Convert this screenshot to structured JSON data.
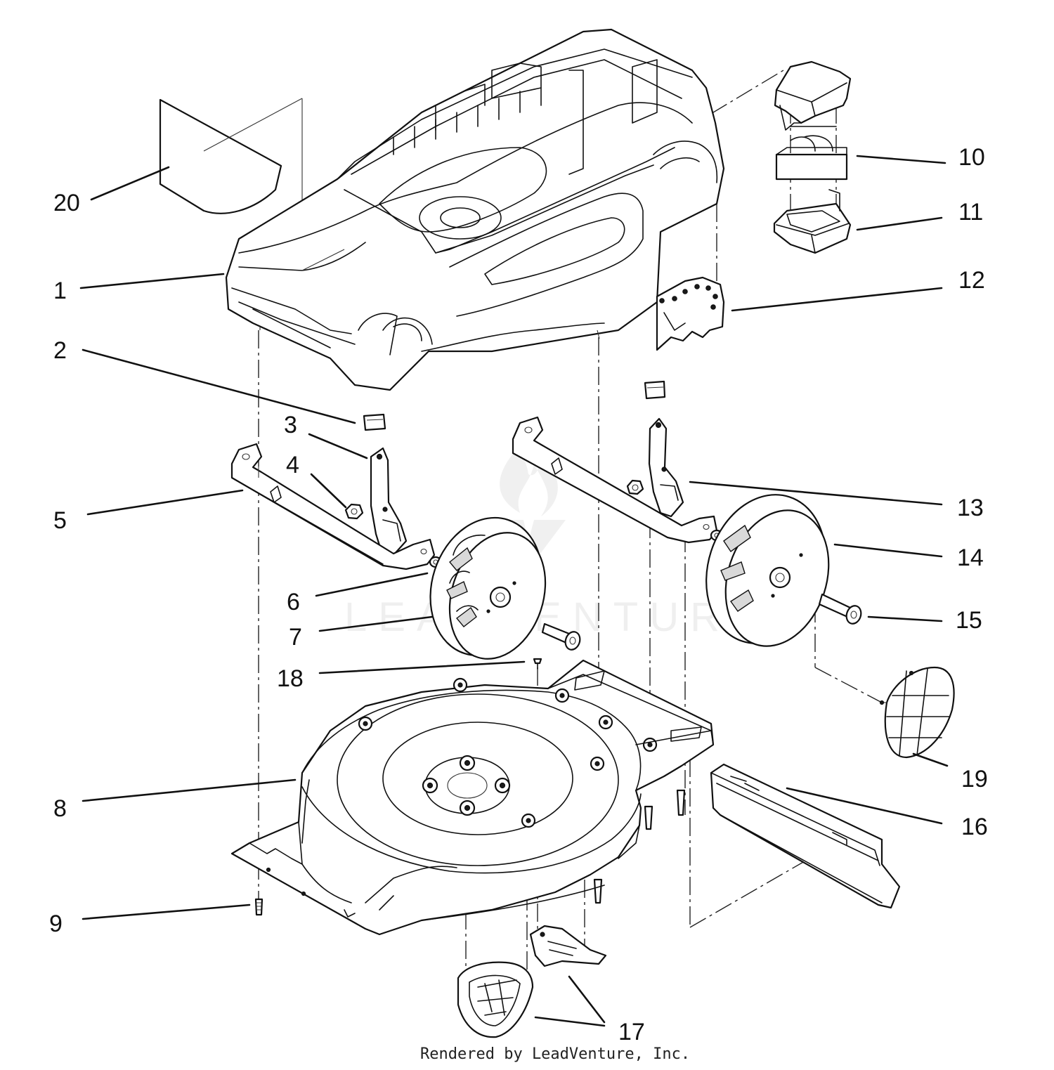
{
  "callouts": [
    {
      "id": "1",
      "label": "1"
    },
    {
      "id": "2",
      "label": "2"
    },
    {
      "id": "3",
      "label": "3"
    },
    {
      "id": "4",
      "label": "4"
    },
    {
      "id": "5",
      "label": "5"
    },
    {
      "id": "6",
      "label": "6"
    },
    {
      "id": "7",
      "label": "7"
    },
    {
      "id": "8",
      "label": "8"
    },
    {
      "id": "9",
      "label": "9"
    },
    {
      "id": "10",
      "label": "10"
    },
    {
      "id": "11",
      "label": "11"
    },
    {
      "id": "12",
      "label": "12"
    },
    {
      "id": "13",
      "label": "13"
    },
    {
      "id": "14",
      "label": "14"
    },
    {
      "id": "15",
      "label": "15"
    },
    {
      "id": "16",
      "label": "16"
    },
    {
      "id": "17",
      "label": "17"
    },
    {
      "id": "18",
      "label": "18"
    },
    {
      "id": "19",
      "label": "19"
    },
    {
      "id": "20",
      "label": "20"
    }
  ],
  "watermark": {
    "text": "LEADVENTURE"
  },
  "credit": {
    "text": "Rendered by LeadVenture, Inc."
  },
  "colors": {
    "line": "#111111",
    "background": "#ffffff"
  }
}
